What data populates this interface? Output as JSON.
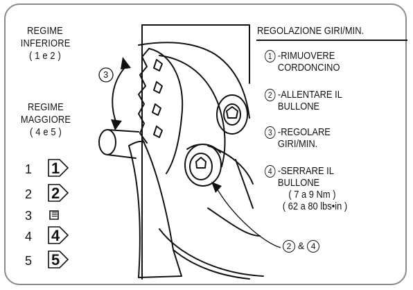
{
  "left": {
    "low_regime": [
      "REGIME",
      "INFERIORE",
      "( 1 e 2 )"
    ],
    "high_regime": [
      "REGIME",
      "MAGGIORE",
      "( 4 e 5 )"
    ],
    "gears": [
      {
        "n": "1",
        "icon": "1"
      },
      {
        "n": "2",
        "icon": "2"
      },
      {
        "n": "3",
        "icon": "≡"
      },
      {
        "n": "4",
        "icon": "4"
      },
      {
        "n": "5",
        "icon": "5"
      }
    ]
  },
  "right": {
    "title": "REGOLAZIONE GIRI/MIN.",
    "steps": [
      {
        "num": "1",
        "lines": [
          "-RIMUOVERE",
          "CORDONCINO"
        ]
      },
      {
        "num": "2",
        "lines": [
          "-ALLENTARE IL",
          "BULLONE"
        ]
      },
      {
        "num": "3",
        "lines": [
          "-REGOLARE",
          "GIRI/MIN."
        ]
      },
      {
        "num": "4",
        "lines": [
          "-SERRARE IL",
          "BULLONE",
          "( 7 a 9 Nm )",
          "( 62 a 80 lbs•in )"
        ]
      }
    ]
  },
  "figure": {
    "arrow_label": "3",
    "callout": {
      "a": "2",
      "amp": "&",
      "b": "4"
    }
  }
}
